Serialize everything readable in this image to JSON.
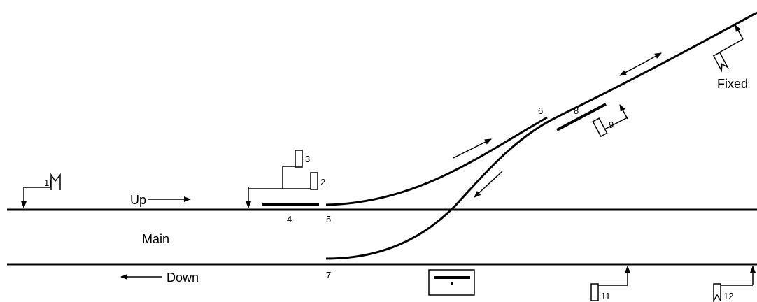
{
  "labels": {
    "up": "Up",
    "down": "Down",
    "main": "Main",
    "fixed": "Fixed"
  },
  "signal_numbers": [
    "1",
    "2",
    "3",
    "4",
    "5",
    "6",
    "7",
    "8",
    "9",
    "11",
    "12"
  ],
  "colors": {
    "line": "#000000",
    "background": "#ffffff"
  }
}
